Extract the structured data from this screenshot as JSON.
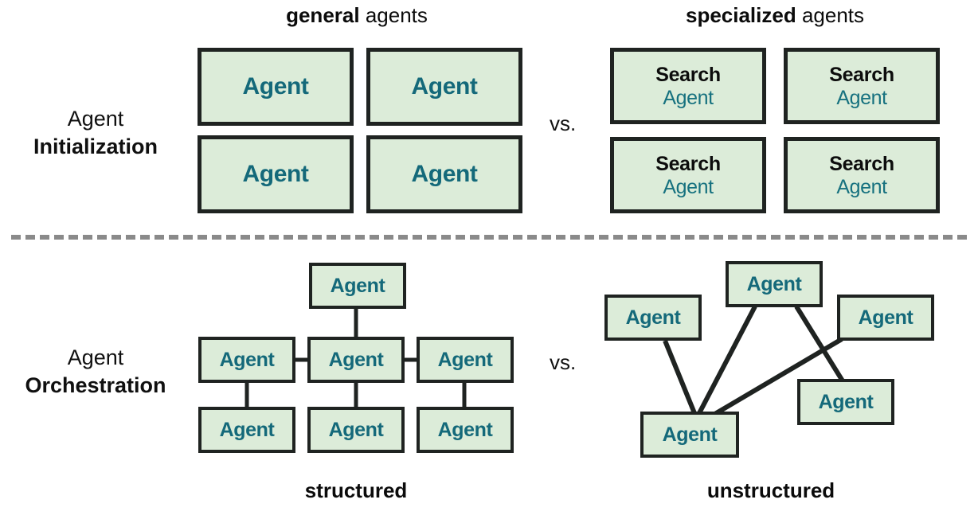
{
  "meta": {
    "accent_teal": "#14697a",
    "box_fill": "#dcecd9",
    "box_border": "#1f2321",
    "divider_color": "#8a8a8a",
    "background": "#ffffff"
  },
  "headings": {
    "general": {
      "strong": "general",
      "light": " agents"
    },
    "specialized": {
      "strong": "specialized",
      "light": " agents"
    }
  },
  "row_captions": {
    "initialization": {
      "light": "Agent",
      "strong": "Initialization"
    },
    "orchestration": {
      "light": "Agent",
      "strong": "Orchestration"
    }
  },
  "vs": {
    "top": "vs.",
    "bottom": "vs."
  },
  "bottom_captions": {
    "structured": "structured",
    "unstructured": "unstructured"
  },
  "general_agents": {
    "boxes": [
      {
        "label": "Agent"
      },
      {
        "label": "Agent"
      },
      {
        "label": "Agent"
      },
      {
        "label": "Agent"
      }
    ]
  },
  "specialized_agents": {
    "boxes": [
      {
        "specialty": "Search",
        "label": "Agent"
      },
      {
        "specialty": "Search",
        "label": "Agent"
      },
      {
        "specialty": "Search",
        "label": "Agent"
      },
      {
        "specialty": "Search",
        "label": "Agent"
      }
    ]
  },
  "structured_graph": {
    "nodes": [
      {
        "id": "root",
        "label": "Agent"
      },
      {
        "id": "mid-l",
        "label": "Agent"
      },
      {
        "id": "mid-c",
        "label": "Agent"
      },
      {
        "id": "mid-r",
        "label": "Agent"
      },
      {
        "id": "bot-l",
        "label": "Agent"
      },
      {
        "id": "bot-c",
        "label": "Agent"
      },
      {
        "id": "bot-r",
        "label": "Agent"
      }
    ],
    "edges": [
      [
        "root",
        "mid-c"
      ],
      [
        "mid-l",
        "mid-c"
      ],
      [
        "mid-c",
        "mid-r"
      ],
      [
        "mid-l",
        "bot-l"
      ],
      [
        "mid-c",
        "bot-c"
      ],
      [
        "mid-r",
        "bot-r"
      ]
    ]
  },
  "unstructured_graph": {
    "nodes": [
      {
        "id": "n-top",
        "label": "Agent"
      },
      {
        "id": "n-left",
        "label": "Agent"
      },
      {
        "id": "n-right",
        "label": "Agent"
      },
      {
        "id": "n-mid",
        "label": "Agent"
      },
      {
        "id": "n-bot",
        "label": "Agent"
      }
    ],
    "edges": [
      [
        "n-left",
        "n-bot"
      ],
      [
        "n-top",
        "n-bot"
      ],
      [
        "n-top",
        "n-mid"
      ],
      [
        "n-right",
        "n-bot"
      ]
    ]
  }
}
